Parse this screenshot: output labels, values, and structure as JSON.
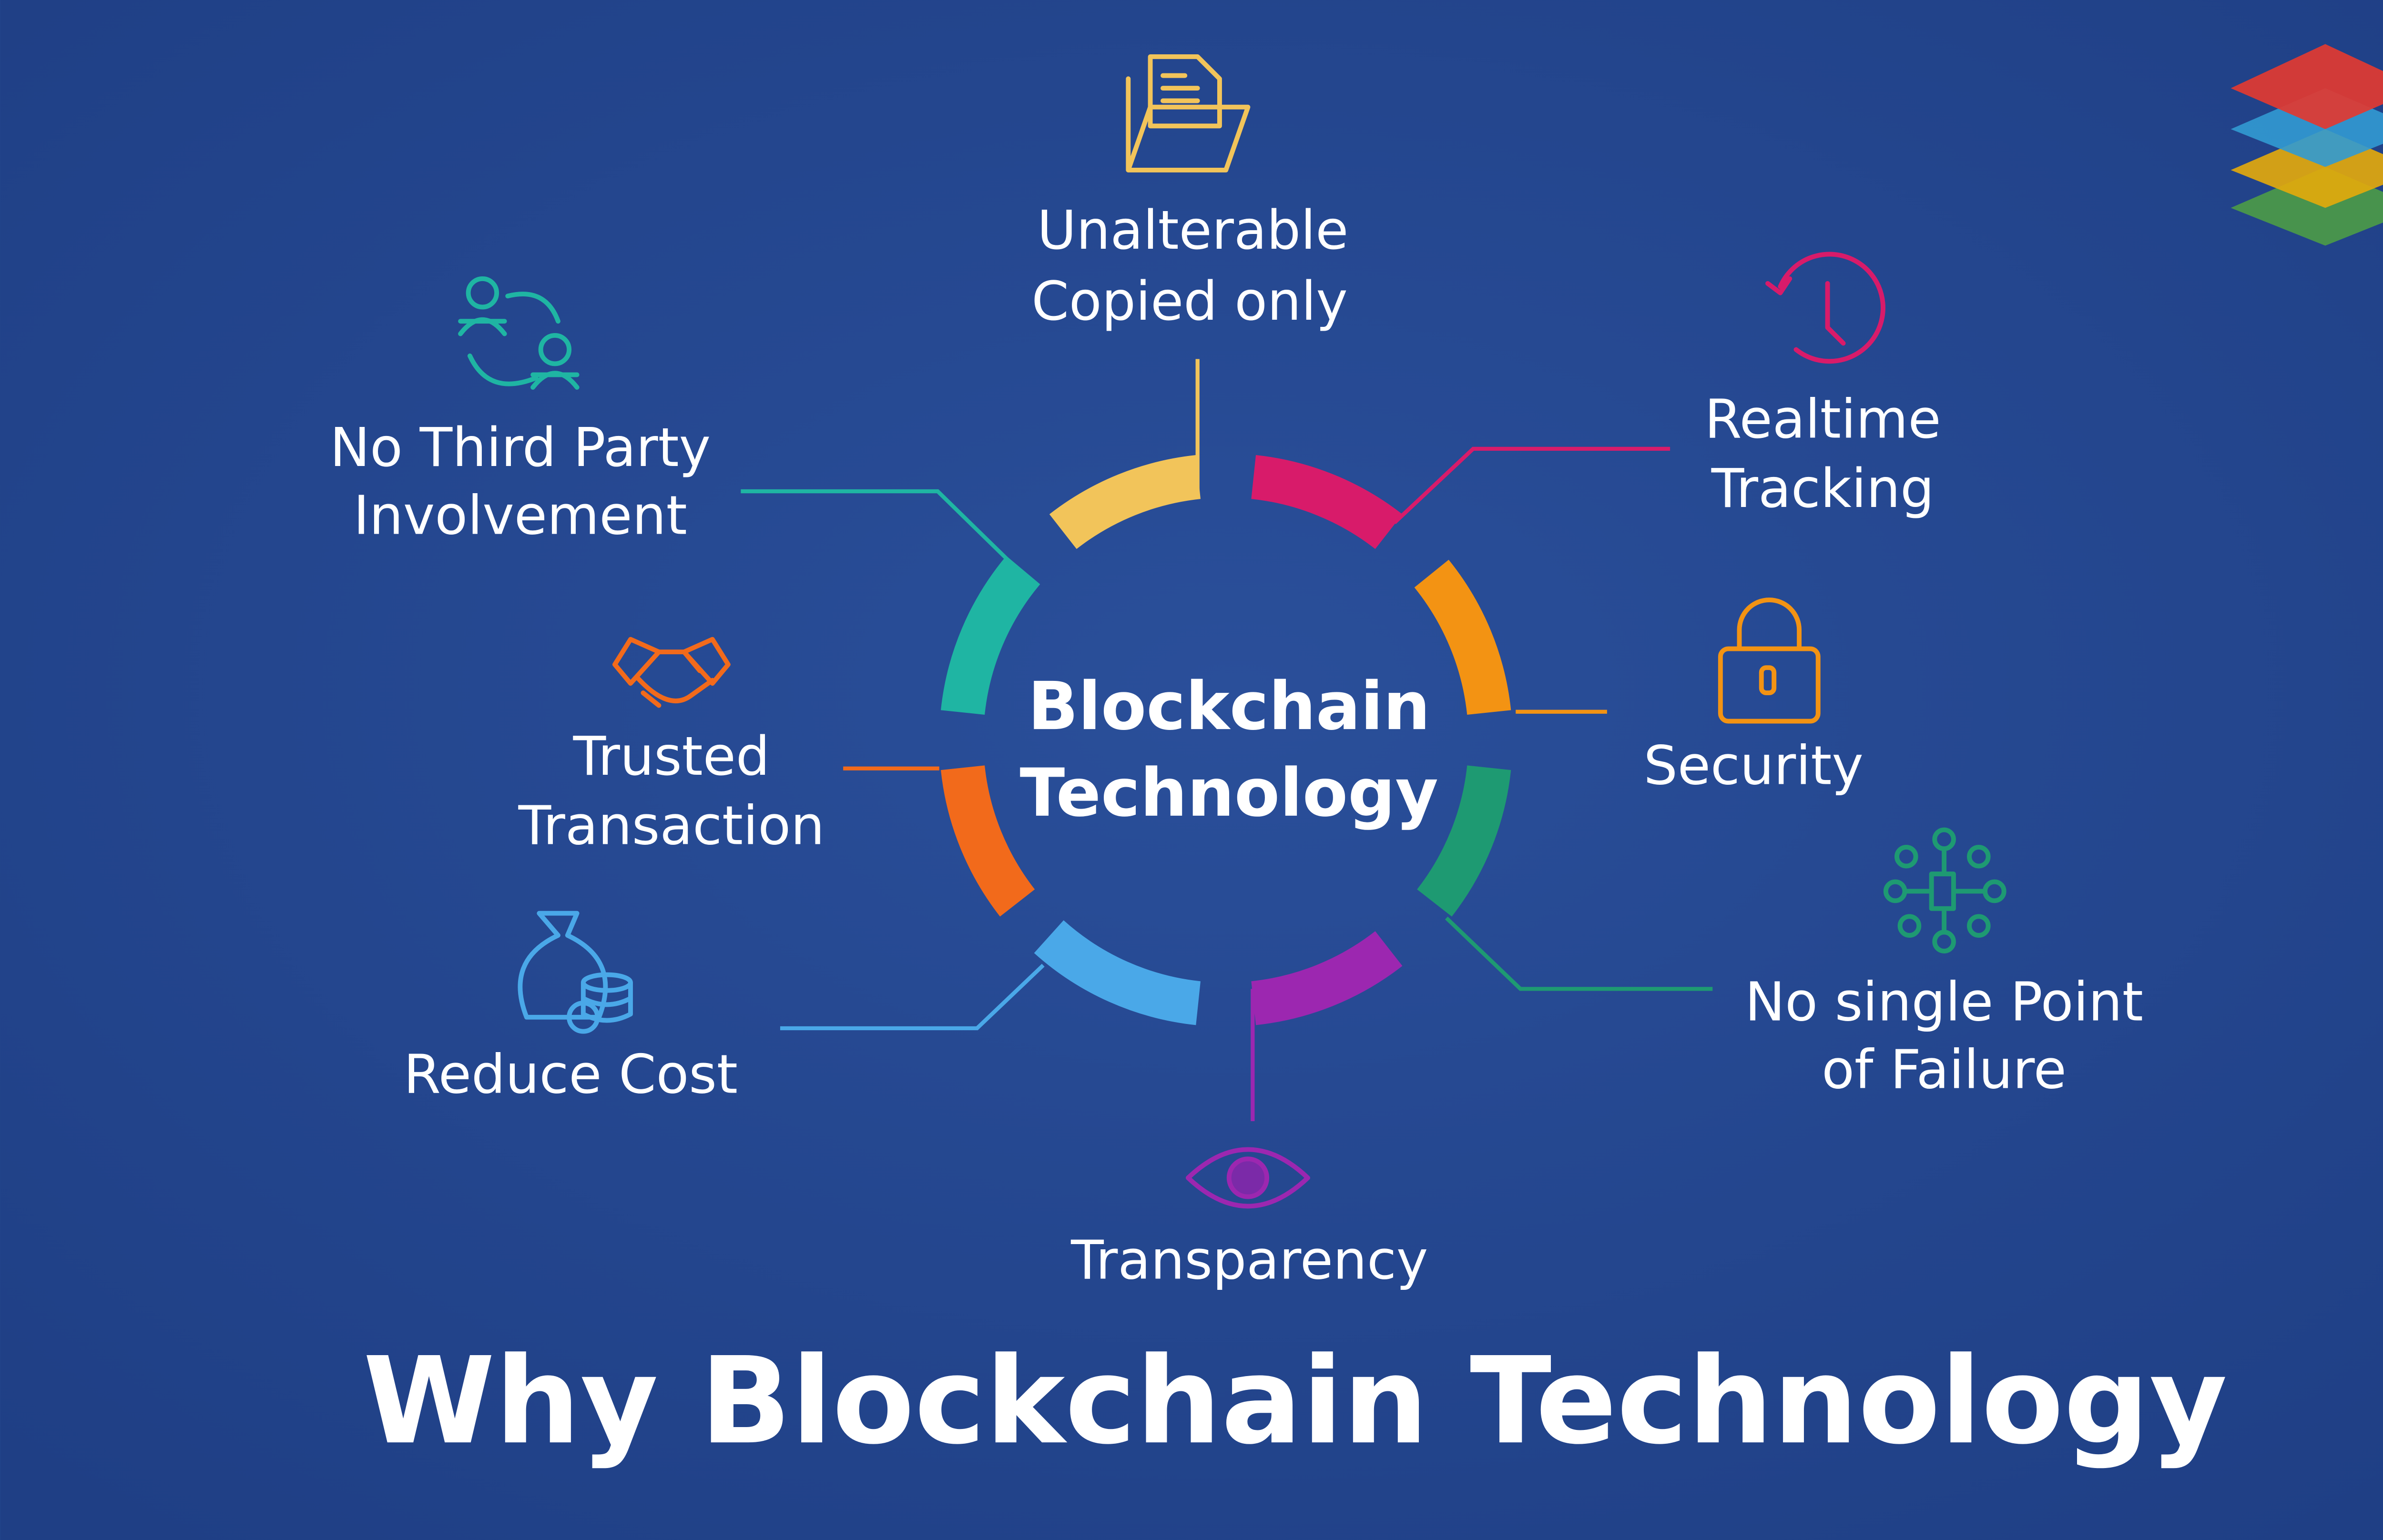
{
  "center": {
    "line1": "Blockchain",
    "line2": "Technology"
  },
  "title": "Why Blockchain Technology",
  "features": [
    {
      "line1": "Unalterable",
      "line2": "Copied only",
      "icon": "folder-documents-icon",
      "color": "#f2c45a"
    },
    {
      "line1": "Realtime",
      "line2": "Tracking",
      "icon": "clock-history-icon",
      "color": "#d81b6a"
    },
    {
      "line1": "Security",
      "icon": "padlock-icon",
      "color": "#f39313"
    },
    {
      "line1": "No single Point",
      "line2": "of Failure",
      "icon": "network-nodes-icon",
      "color": "#1e9a72"
    },
    {
      "line1": "Transparency",
      "icon": "eye-icon",
      "color": "#9c27b0"
    },
    {
      "line1": "Reduce Cost",
      "icon": "money-bag-coins-icon",
      "color": "#4aa8e8"
    },
    {
      "line1": "Trusted",
      "line2": "Transaction",
      "icon": "handshake-icon",
      "color": "#f26a1b"
    },
    {
      "line1": "No Third Party",
      "line2": "Involvement",
      "icon": "people-exchange-icon",
      "color": "#1fb5a3"
    }
  ],
  "colors": {
    "background": "#22448a",
    "text": "#ffffff"
  }
}
